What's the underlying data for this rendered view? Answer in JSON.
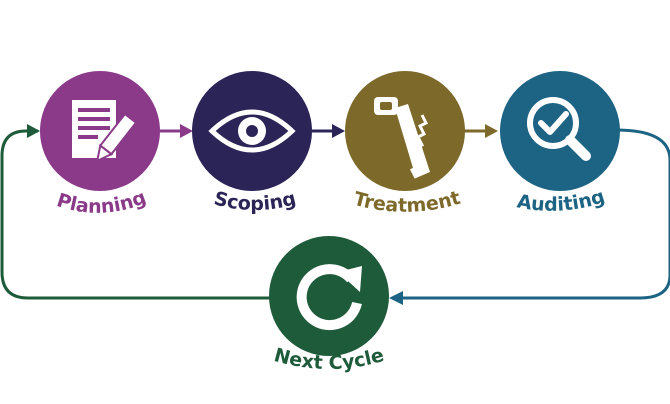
{
  "steps": [
    {
      "label": "Planning",
      "color": "#8a3a89",
      "icon": "document-pencil-icon"
    },
    {
      "label": "Scoping",
      "color": "#2b2457",
      "icon": "eye-icon"
    },
    {
      "label": "Treatment",
      "color": "#7d6a2b",
      "icon": "saw-icon"
    },
    {
      "label": "Auditing",
      "color": "#1c6384",
      "icon": "magnifier-check-icon"
    }
  ],
  "next": {
    "label": "Next Cycle",
    "color": "#1e5b3a",
    "icon": "cycle-arrow-icon"
  },
  "return_line_color": "#1c6384",
  "entry_line_color": "#1e5b3a"
}
